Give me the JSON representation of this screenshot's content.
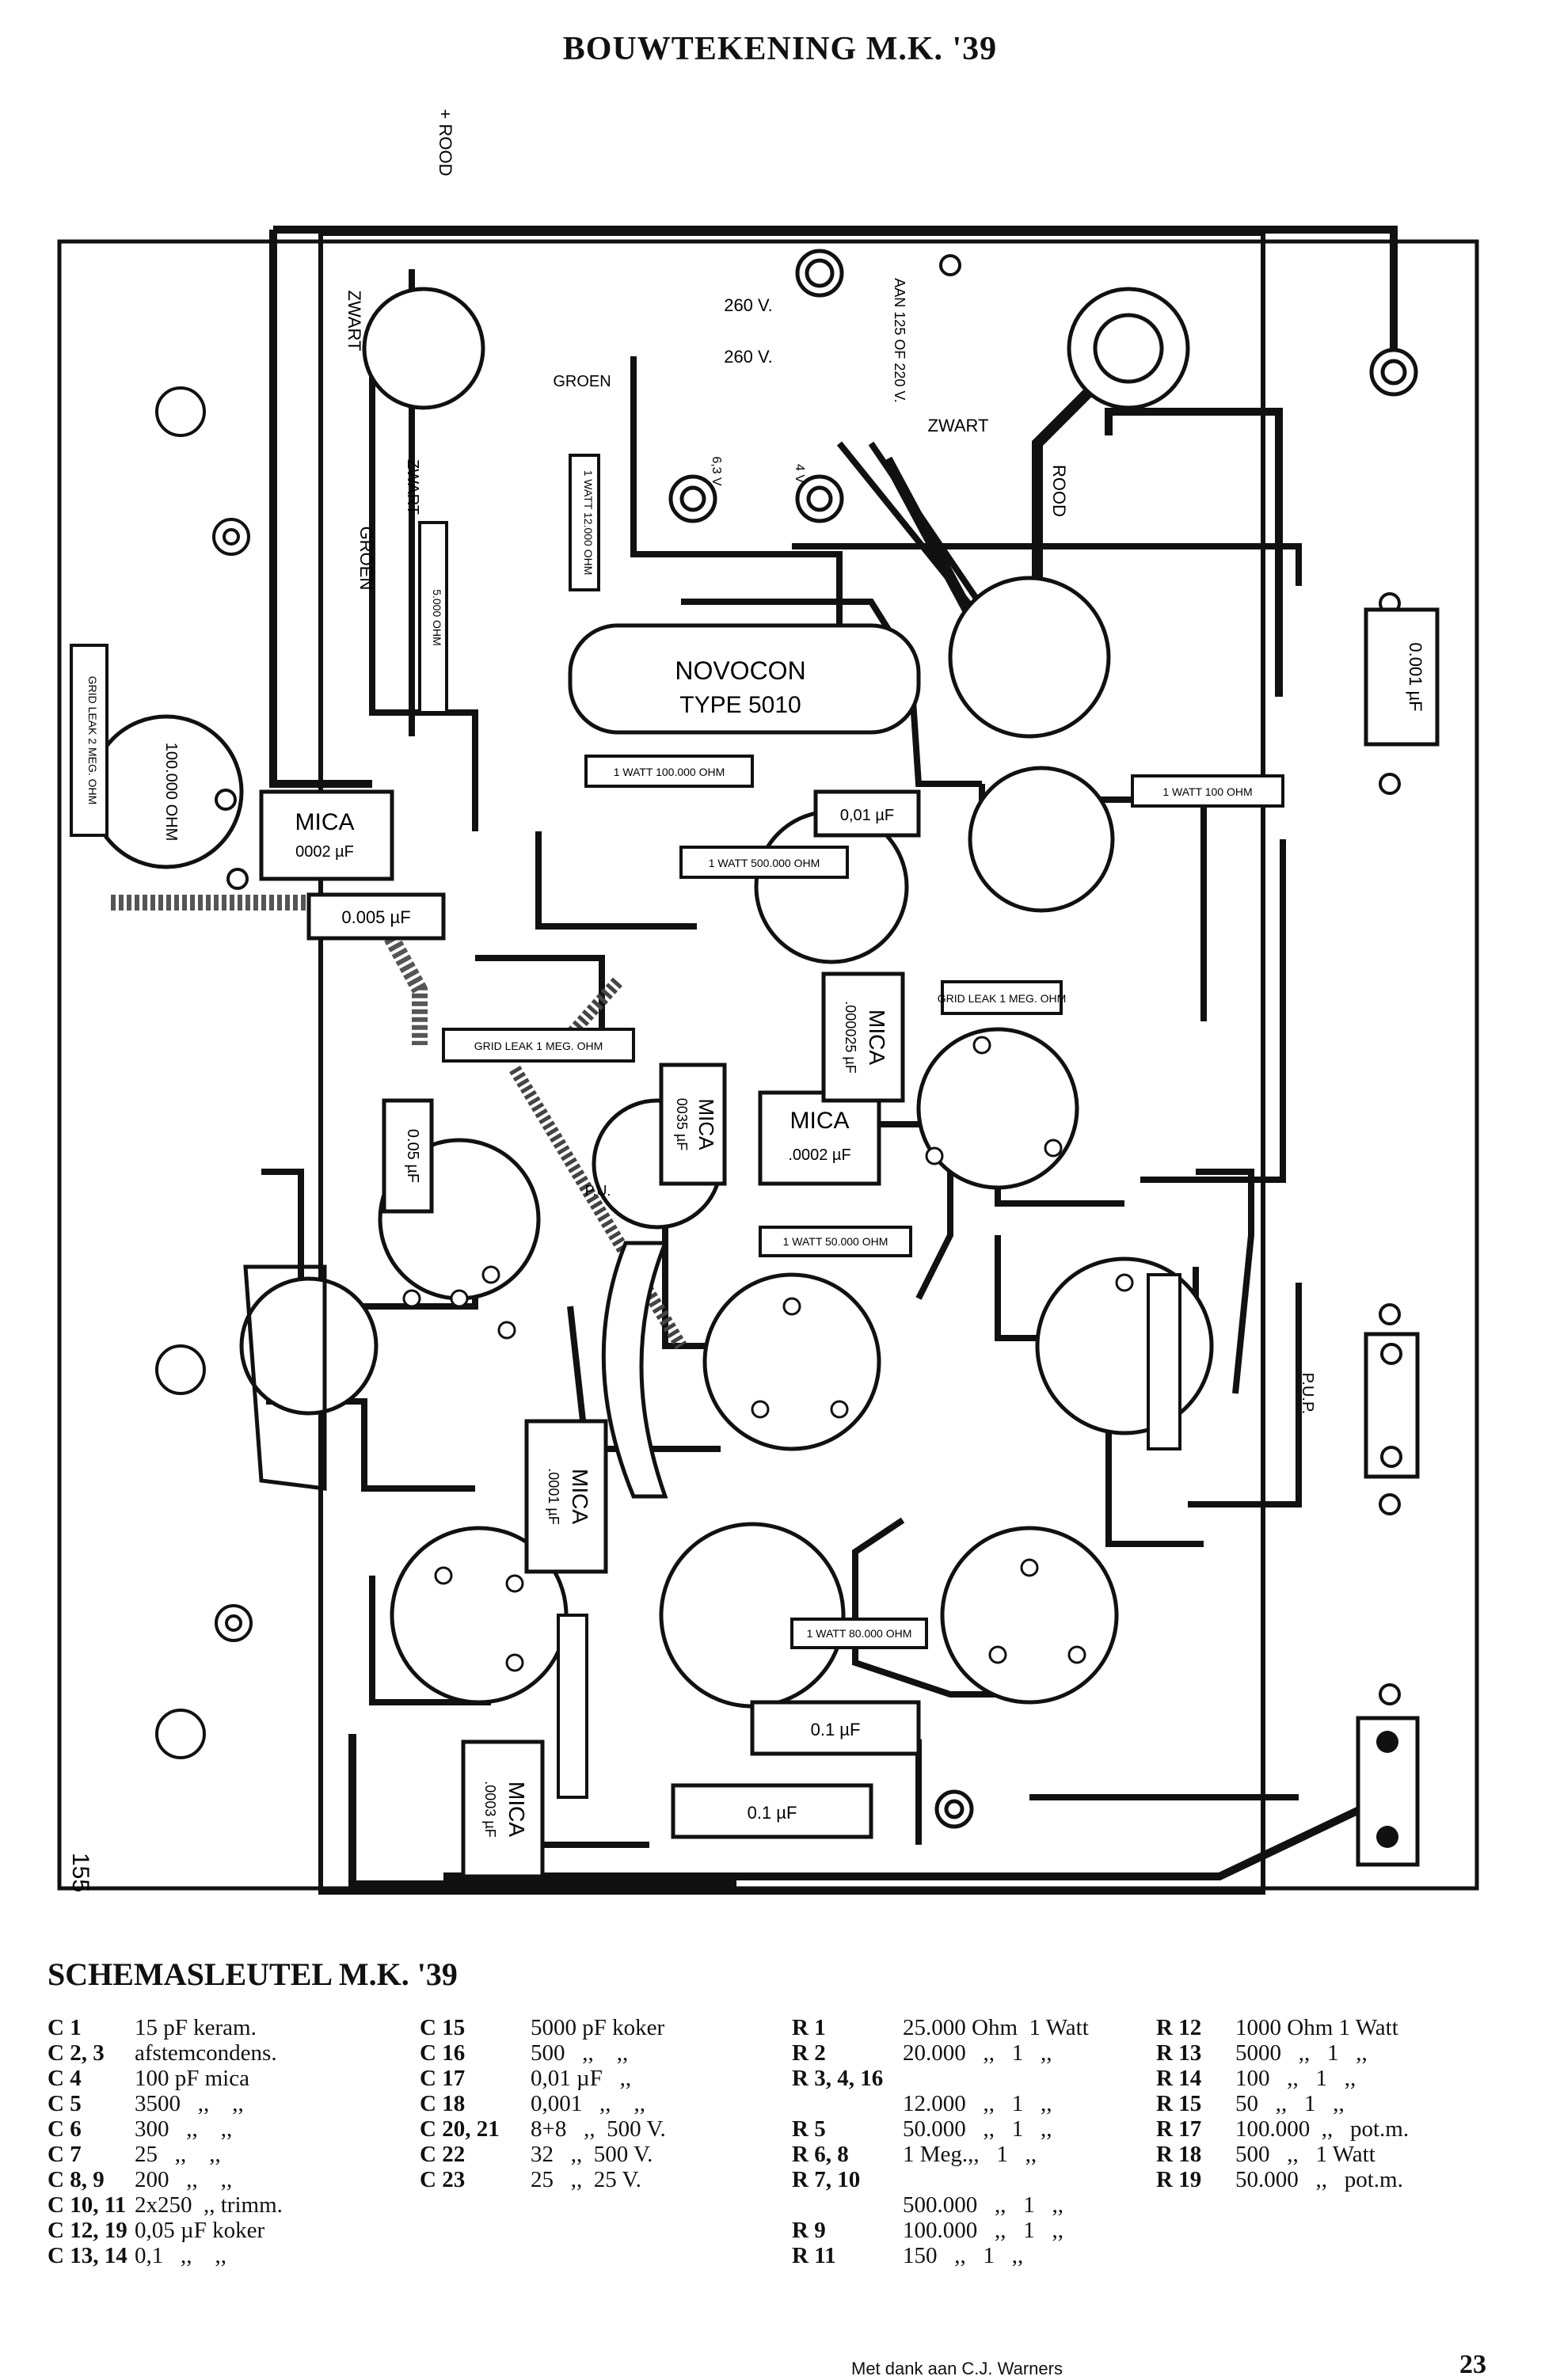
{
  "title": "BOUWTEKENING M.K. '39",
  "drawing": {
    "page_mark": "155",
    "top_label": "+ ROOD",
    "components": {
      "novocon_name": "NOVOCON",
      "novocon_type": "TYPE 5010",
      "mica_a_name": "MICA",
      "mica_a_value": "0002 µF",
      "mica_b_name": "MICA",
      "mica_b_value": ".0002 µF",
      "mica_c_name": "MICA",
      "mica_c_value": ".000025 µF",
      "mica_d_name": "MICA",
      "mica_d_value": ".0001 µF",
      "mica_e_name": "MICA",
      "mica_e_value": ".0003 µF",
      "mica_f_name": "MICA",
      "mica_f_value": "0035 µF",
      "cap_001": "0,01 µF",
      "cap_0005": "0.005 µF",
      "cap_01a": "0.1 µF",
      "cap_01b": "0.1 µF",
      "cap_0001": "0.001 µF",
      "cap_005": "0.05 µF",
      "res_100000": "1 WATT 100.000 OHM",
      "res_100": "1 WATT 100 OHM",
      "res_500000": "1 WATT 500.000 OHM",
      "res_50000": "1 WATT 50.000 OHM",
      "res_80000": "1 WATT 80.000 OHM",
      "res_12000": "1 WATT 12.000 OHM",
      "res_5000": "5.000 OHM",
      "gridleak_a": "GRID LEAK 1 MEG. OHM",
      "gridleak_b": "GRID LEAK 1 MEG. OHM",
      "gridleak_c": "GRID LEAK 2 MEG. OHM",
      "pot_100000": "100.000 OHM"
    },
    "wire_labels": {
      "zwart_a": "ZWART",
      "zwart_b": "ZWART",
      "zwart_c": "ZWART",
      "groen_a": "GROEN",
      "groen_b": "GROEN",
      "rood": "ROOD",
      "v260_a": "260 V.",
      "v260_b": "260 V.",
      "aan": "AAN 125 OF 220 V.",
      "pup_a": "P.U.P.",
      "pup_b": "P.U.",
      "v63a": "6,3 V",
      "v4": "4 V"
    }
  },
  "key": {
    "title": "SCHEMASLEUTEL M.K. '39",
    "columns": [
      [
        {
          "id": "C 1",
          "value": "15 pF keram."
        },
        {
          "id": "C 2, 3",
          "value": "afstemcondens."
        },
        {
          "id": "C 4",
          "value": "100 pF mica"
        },
        {
          "id": "C 5",
          "value": "3500   ,,    ,,"
        },
        {
          "id": "C 6",
          "value": "300   ,,    ,,"
        },
        {
          "id": "C 7",
          "value": "25   ,,    ,,"
        },
        {
          "id": "C 8, 9",
          "value": "200   ,,    ,,"
        },
        {
          "id": "C 10, 11",
          "value": "2x250  ,, trimm."
        },
        {
          "id": "C 12, 19",
          "value": "0,05 µF koker"
        },
        {
          "id": "C 13, 14",
          "value": "0,1   ,,    ,,"
        }
      ],
      [
        {
          "id": "C 15",
          "value": "5000 pF koker"
        },
        {
          "id": "C 16",
          "value": "500   ,,    ,,"
        },
        {
          "id": "C 17",
          "value": "0,01 µF   ,,"
        },
        {
          "id": "C 18",
          "value": "0,001   ,,    ,,"
        },
        {
          "id": "C 20, 21",
          "value": "8+8   ,,  500 V."
        },
        {
          "id": "C 22",
          "value": "32   ,,  500 V."
        },
        {
          "id": "C 23",
          "value": "25   ,,  25 V."
        }
      ],
      [
        {
          "id": "R 1",
          "value": "25.000 Ohm  1 Watt"
        },
        {
          "id": "R 2",
          "value": "20.000   ,,   1   ,,"
        },
        {
          "id": "R 3, 4, 16",
          "value": ""
        },
        {
          "id": "",
          "value": "12.000   ,,   1   ,,"
        },
        {
          "id": "R 5",
          "value": "50.000   ,,   1   ,,"
        },
        {
          "id": "R 6, 8",
          "value": "1 Meg.,,   1   ,,"
        },
        {
          "id": "R 7, 10",
          "value": ""
        },
        {
          "id": "",
          "value": "500.000   ,,   1   ,,"
        },
        {
          "id": "R 9",
          "value": "100.000   ,,   1   ,,"
        },
        {
          "id": "R 11",
          "value": "150   ,,   1   ,,"
        }
      ],
      [
        {
          "id": "R 12",
          "value": "1000 Ohm 1 Watt"
        },
        {
          "id": "R 13",
          "value": "5000   ,,   1   ,,"
        },
        {
          "id": "R 14",
          "value": "100   ,,   1   ,,"
        },
        {
          "id": "R 15",
          "value": "50   ,,   1   ,,"
        },
        {
          "id": "R 17",
          "value": "100.000  ,,   pot.m."
        },
        {
          "id": "R 18",
          "value": "500   ,,   1 Watt"
        },
        {
          "id": "R 19",
          "value": "50.000   ,,   pot.m."
        }
      ]
    ]
  },
  "credit": "Met dank aan C.J. Warners",
  "page_number": "23"
}
